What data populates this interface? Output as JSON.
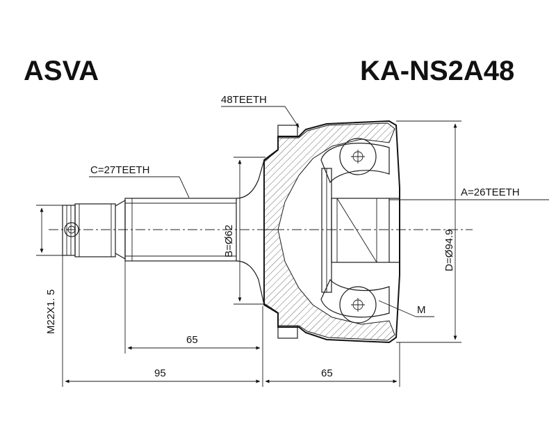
{
  "header": {
    "brand": "ASVA",
    "part_number": "KA-NS2A48"
  },
  "labels": {
    "abs_teeth": "48TEETH",
    "spline_c": "C=27TEETH",
    "spline_a": "A=26TEETH",
    "diameter_b": "B=Ø62",
    "diameter_d": "D=Ø94.9",
    "thread": "M22X1. 5",
    "marker_m": "M",
    "dim_65_upper": "65",
    "dim_95": "95",
    "dim_65_lower": "65"
  }
}
